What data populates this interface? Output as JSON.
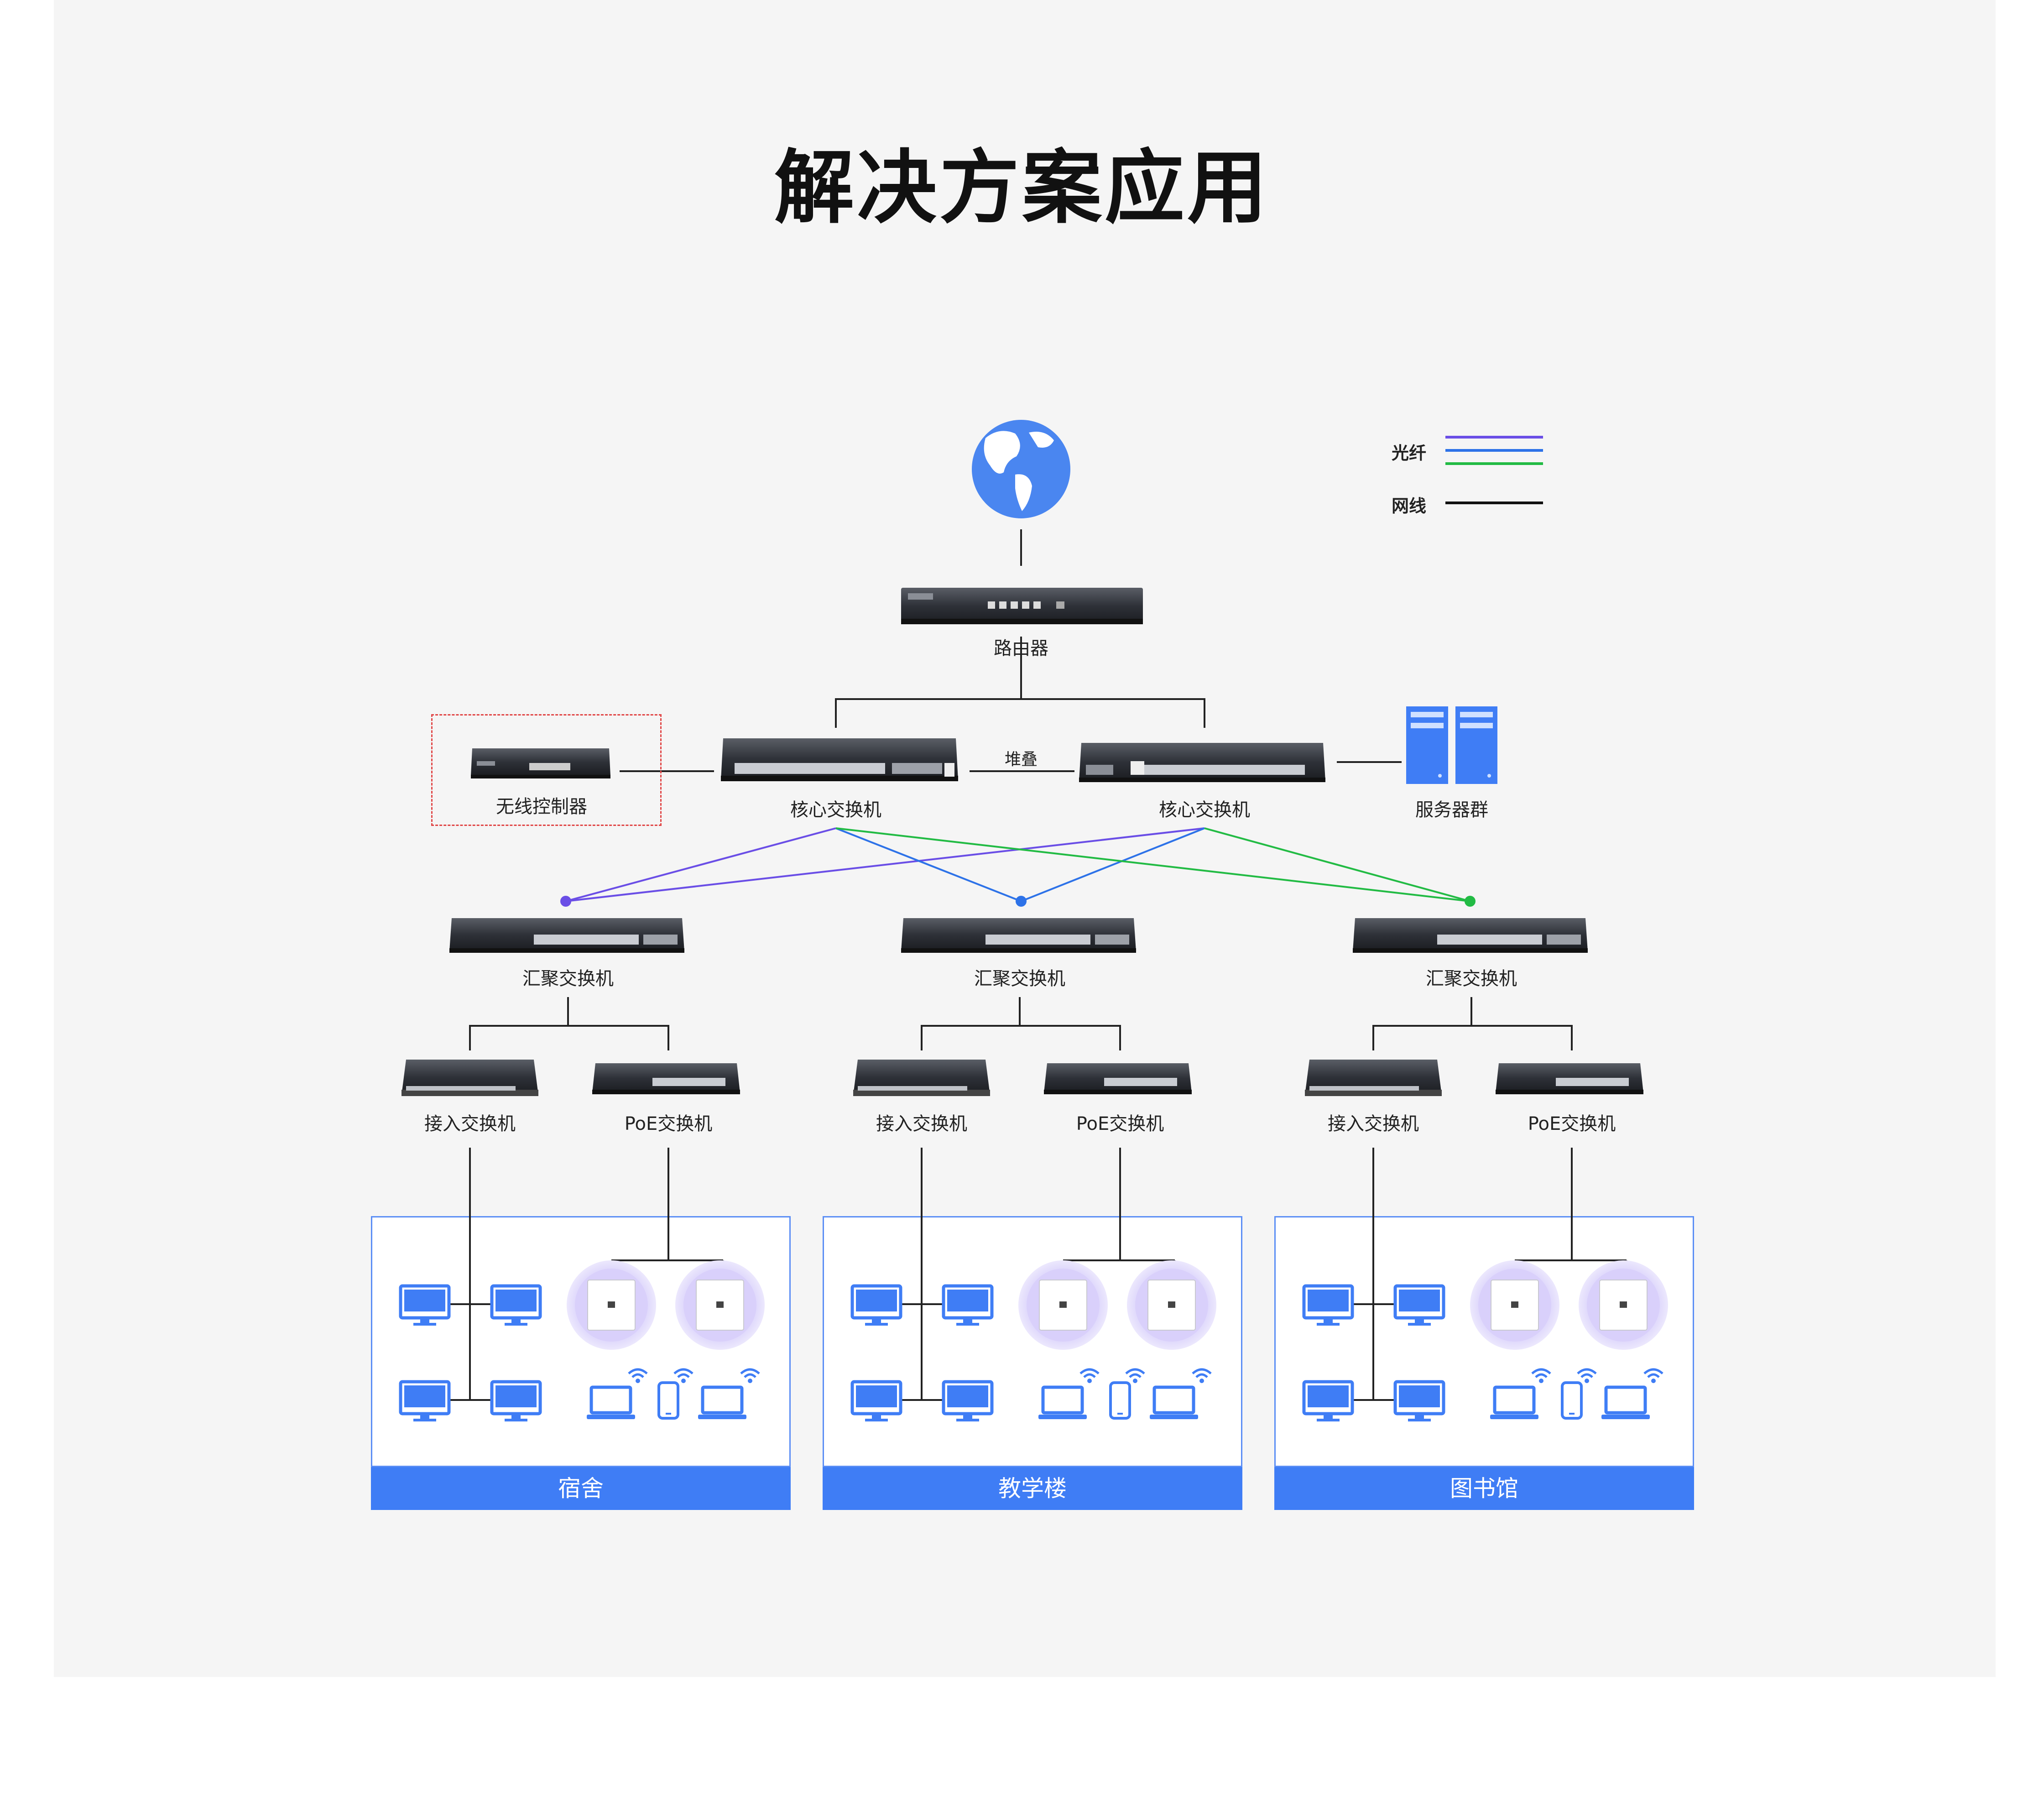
{
  "title": "解决方案应用",
  "legend": {
    "fiber_label": "光纤",
    "cable_label": "网线",
    "fiber_colors": [
      "#6a4ee6",
      "#2d72e8",
      "#22bb44"
    ],
    "cable_color": "#111111"
  },
  "nodes": {
    "router": "路由器",
    "wireless_controller": "无线控制器",
    "core_switch_left": "核心交换机",
    "core_switch_right": "核心交换机",
    "stack": "堆叠",
    "server_cluster": "服务器群"
  },
  "branches": [
    {
      "aggregation": "汇聚交换机",
      "access": "接入交换机",
      "poe": "PoE交换机",
      "area": "宿舍"
    },
    {
      "aggregation": "汇聚交换机",
      "access": "接入交换机",
      "poe": "PoE交换机",
      "area": "教学楼"
    },
    {
      "aggregation": "汇聚交换机",
      "access": "接入交换机",
      "poe": "PoE交换机",
      "area": "图书馆"
    }
  ],
  "colors": {
    "accent_blue": "#3f7df5",
    "globe_blue": "#4a86f0",
    "controller_border": "#e04545",
    "ap_glow": "#b9aaf5"
  }
}
